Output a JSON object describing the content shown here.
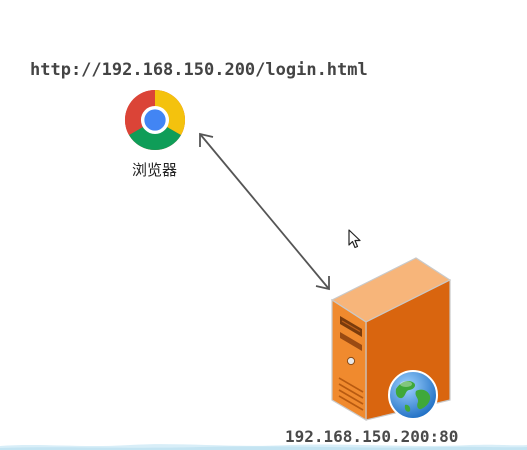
{
  "browser": {
    "url": "http://192.168.150.200/login.html",
    "label": "浏览器",
    "icon": "chrome-browser-icon"
  },
  "server": {
    "address": "192.168.150.200:80",
    "icon": "web-server-icon",
    "badge_icon": "globe-icon"
  },
  "connection": {
    "direction": "bidirectional"
  },
  "colors": {
    "arrow": "#555555",
    "server_body": "#f08a2e",
    "chrome_red": "#db4437",
    "chrome_yellow": "#f4c20d",
    "chrome_green": "#0f9d58",
    "chrome_blue": "#4285f4"
  }
}
